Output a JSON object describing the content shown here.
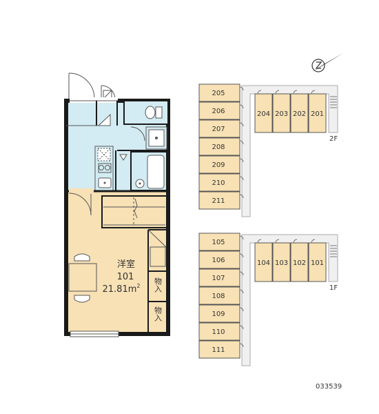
{
  "colors": {
    "room_fill": "#f7e1b5",
    "wet_area_fill": "#d3ebf2",
    "wall": "#1a1a1a",
    "line": "#555555",
    "corridor": "#f0f0f0"
  },
  "room": {
    "type": "洋室",
    "number": "101",
    "area": "21.81m",
    "area_superscript": "2"
  },
  "storage_labels": [
    "物入",
    "物入"
  ],
  "floors": {
    "second": {
      "label": "2F",
      "column_units": [
        "205",
        "206",
        "207",
        "208",
        "209",
        "210",
        "211"
      ],
      "row_units": [
        "204",
        "203",
        "202",
        "201"
      ]
    },
    "first": {
      "label": "1F",
      "column_units": [
        "105",
        "106",
        "107",
        "108",
        "109",
        "110",
        "111"
      ],
      "row_units": [
        "104",
        "103",
        "102",
        "101"
      ]
    }
  },
  "code": "033539",
  "icons": [
    "compass-icon",
    "door-swing-icon",
    "toilet-icon",
    "sink-icon",
    "bathtub-icon",
    "stove-icon",
    "washer-icon",
    "chair-icon"
  ]
}
